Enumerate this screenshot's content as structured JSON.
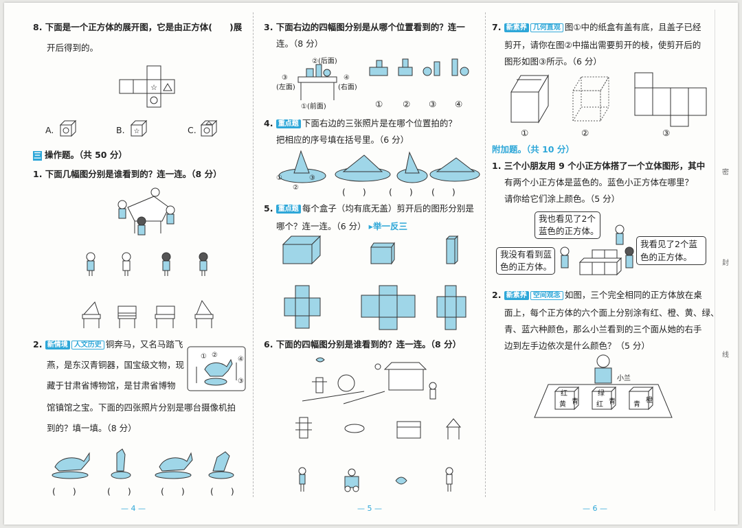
{
  "page_numbers": [
    "— 4 —",
    "— 5 —",
    "— 6 —"
  ],
  "colors": {
    "accent": "#2ea7d8",
    "fill": "#9fd6e8"
  },
  "col1": {
    "q8_line1": "8. 下面是一个正方体的展开图，它是由正方体(　　)展",
    "q8_line2": "开后得到的。",
    "q8_options": [
      "A.",
      "B.",
      "C."
    ],
    "section_num": "三",
    "section_title": "操作题。（共 50 分）",
    "q1": "1. 下面几幅图分别是谁看到的？连一连。（8 分）",
    "q2_num": "2.",
    "q2_tag1": "新情境",
    "q2_tag2": "人文历史",
    "q2_lines": [
      "铜奔马，又名马踏飞",
      "燕，是东汉青铜器，国宝级文物，现",
      "藏于甘肃省博物馆，是甘肃省博物",
      "馆镇馆之宝。下面的四张照片分别是哪台摄像机拍",
      "到的？填一填。（8 分）"
    ],
    "q2_cams": [
      "①",
      "②",
      "③",
      "④"
    ],
    "blanks": [
      "(　　)",
      "(　　)",
      "(　　)",
      "(　　)"
    ]
  },
  "col2": {
    "q3_lines": [
      "3. 下面右边的四幅图分别是从哪个位置看到的？连一",
      "连。（8 分）"
    ],
    "q3_labels": {
      "back": "②(后面)",
      "left_num": "③",
      "left": "(左面)",
      "right_num": "④",
      "right": "(右面)",
      "front": "①(前面)"
    },
    "q3_marks": [
      "①",
      "②",
      "③",
      "④"
    ],
    "q4_num": "4.",
    "q4_tag": "重点题",
    "q4_lines": [
      "下面右边的三张照片是在哪个位置拍的？",
      "把相应的序号填在括号里。（6 分）"
    ],
    "q4_pos": [
      "①",
      "②",
      "③"
    ],
    "q4_blanks": [
      "(　　)",
      "(　　)",
      "(　　)"
    ],
    "q5_num": "5.",
    "q5_tag": "重点题",
    "q5_lines": [
      "每个盒子（均有底无盖）剪开后的图形分别是",
      "哪个？连一连。（6 分）"
    ],
    "q5_link": "▸举一反三",
    "q6": "6. 下面的四幅图分别是谁看到的？连一连。（8 分）"
  },
  "col3": {
    "q7_num": "7.",
    "q7_tag1": "新素养",
    "q7_tag2": "几何直观",
    "q7_lines": [
      "图①中的纸盒有盖有底，且盖子已经",
      "剪开，请你在图②中描出需要剪开的棱，使剪开后的",
      "图形如图③所示。（6 分）"
    ],
    "q7_marks": [
      "①",
      "②",
      "③"
    ],
    "bonus_title": "附加题。（共 10 分）",
    "b1_lines": [
      "1. 三个小朋友用 9 个小正方体搭了一个立体图形，其中",
      "有两个小正方体是蓝色的。蓝色小正方体在哪里？",
      "请你给它们涂上颜色。（5 分）"
    ],
    "bubble_top": [
      "我也看见了2个",
      "蓝色的正方体。"
    ],
    "bubble_left": [
      "我没有看到蓝",
      "色的正方体。"
    ],
    "bubble_right": [
      "我看见了2个蓝",
      "色的正方体。"
    ],
    "b2_num": "2.",
    "b2_tag1": "新素养",
    "b2_tag2": "空间观念",
    "b2_lines": [
      "如图，三个完全相同的正方体放在桌",
      "面上，每个正方体的六个面上分别涂有红、橙、黄、绿、",
      "青、蓝六种颜色，那么小兰看到的三个面从她的右手",
      "边到左手边依次是什么颜色？（5 分）"
    ],
    "girl_name": "小兰",
    "cube1": [
      "红",
      "黄",
      "青"
    ],
    "cube2": [
      "绿",
      "红",
      "青"
    ],
    "cube3": [
      "青",
      "橙"
    ]
  },
  "margin_marks": [
    "密",
    "封",
    "线"
  ]
}
